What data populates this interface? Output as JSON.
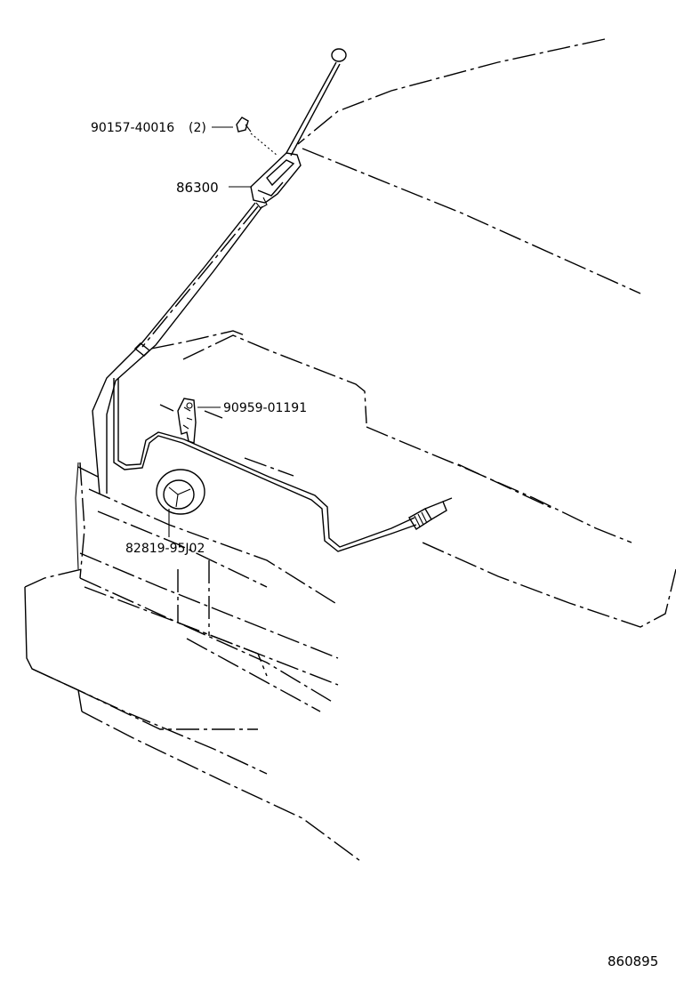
{
  "diagram_id": "860895",
  "parts": [
    {
      "number": "90157-40016",
      "qty": "(2)",
      "name": "screw"
    },
    {
      "number": "86300",
      "name": "antenna assembly"
    },
    {
      "number": "90959-01191",
      "name": "clamp"
    },
    {
      "number": "82819-95J02",
      "name": "grommet"
    }
  ]
}
